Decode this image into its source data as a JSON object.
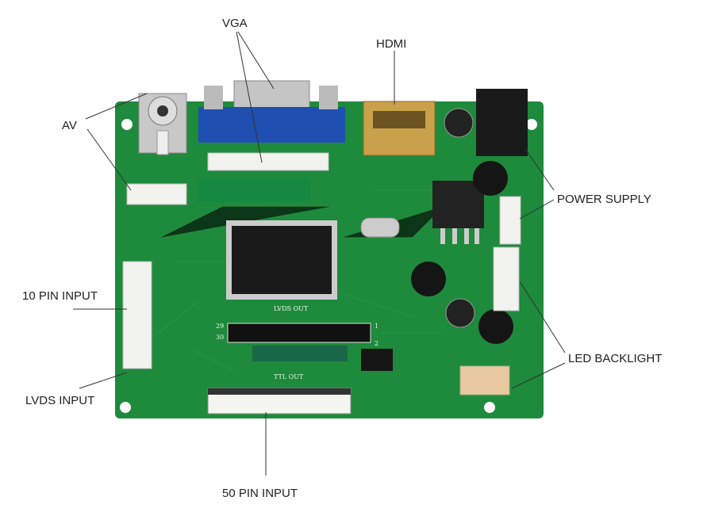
{
  "labels": {
    "vga": "VGA",
    "hdmi": "HDMI",
    "av": "AV",
    "power_supply": "POWER SUPPLY",
    "ten_pin_input": "10 PIN INPUT",
    "led_backlight": "LED BACKLIGHT",
    "lvds_input": "LVDS INPUT",
    "fifty_pin_input": "50 PIN INPUT"
  },
  "silkscreen": {
    "lvds_out": "LVDS OUT",
    "ttl_out": "TTL OUT",
    "pin29": "29",
    "pin30": "30",
    "pin1": "1",
    "pin2": "2"
  },
  "colors": {
    "board": "#1e8a3c",
    "vga_connector": "#1f4fb0",
    "connector_white": "#f2f2ee",
    "hdmi_gold": "#c9a14a"
  }
}
